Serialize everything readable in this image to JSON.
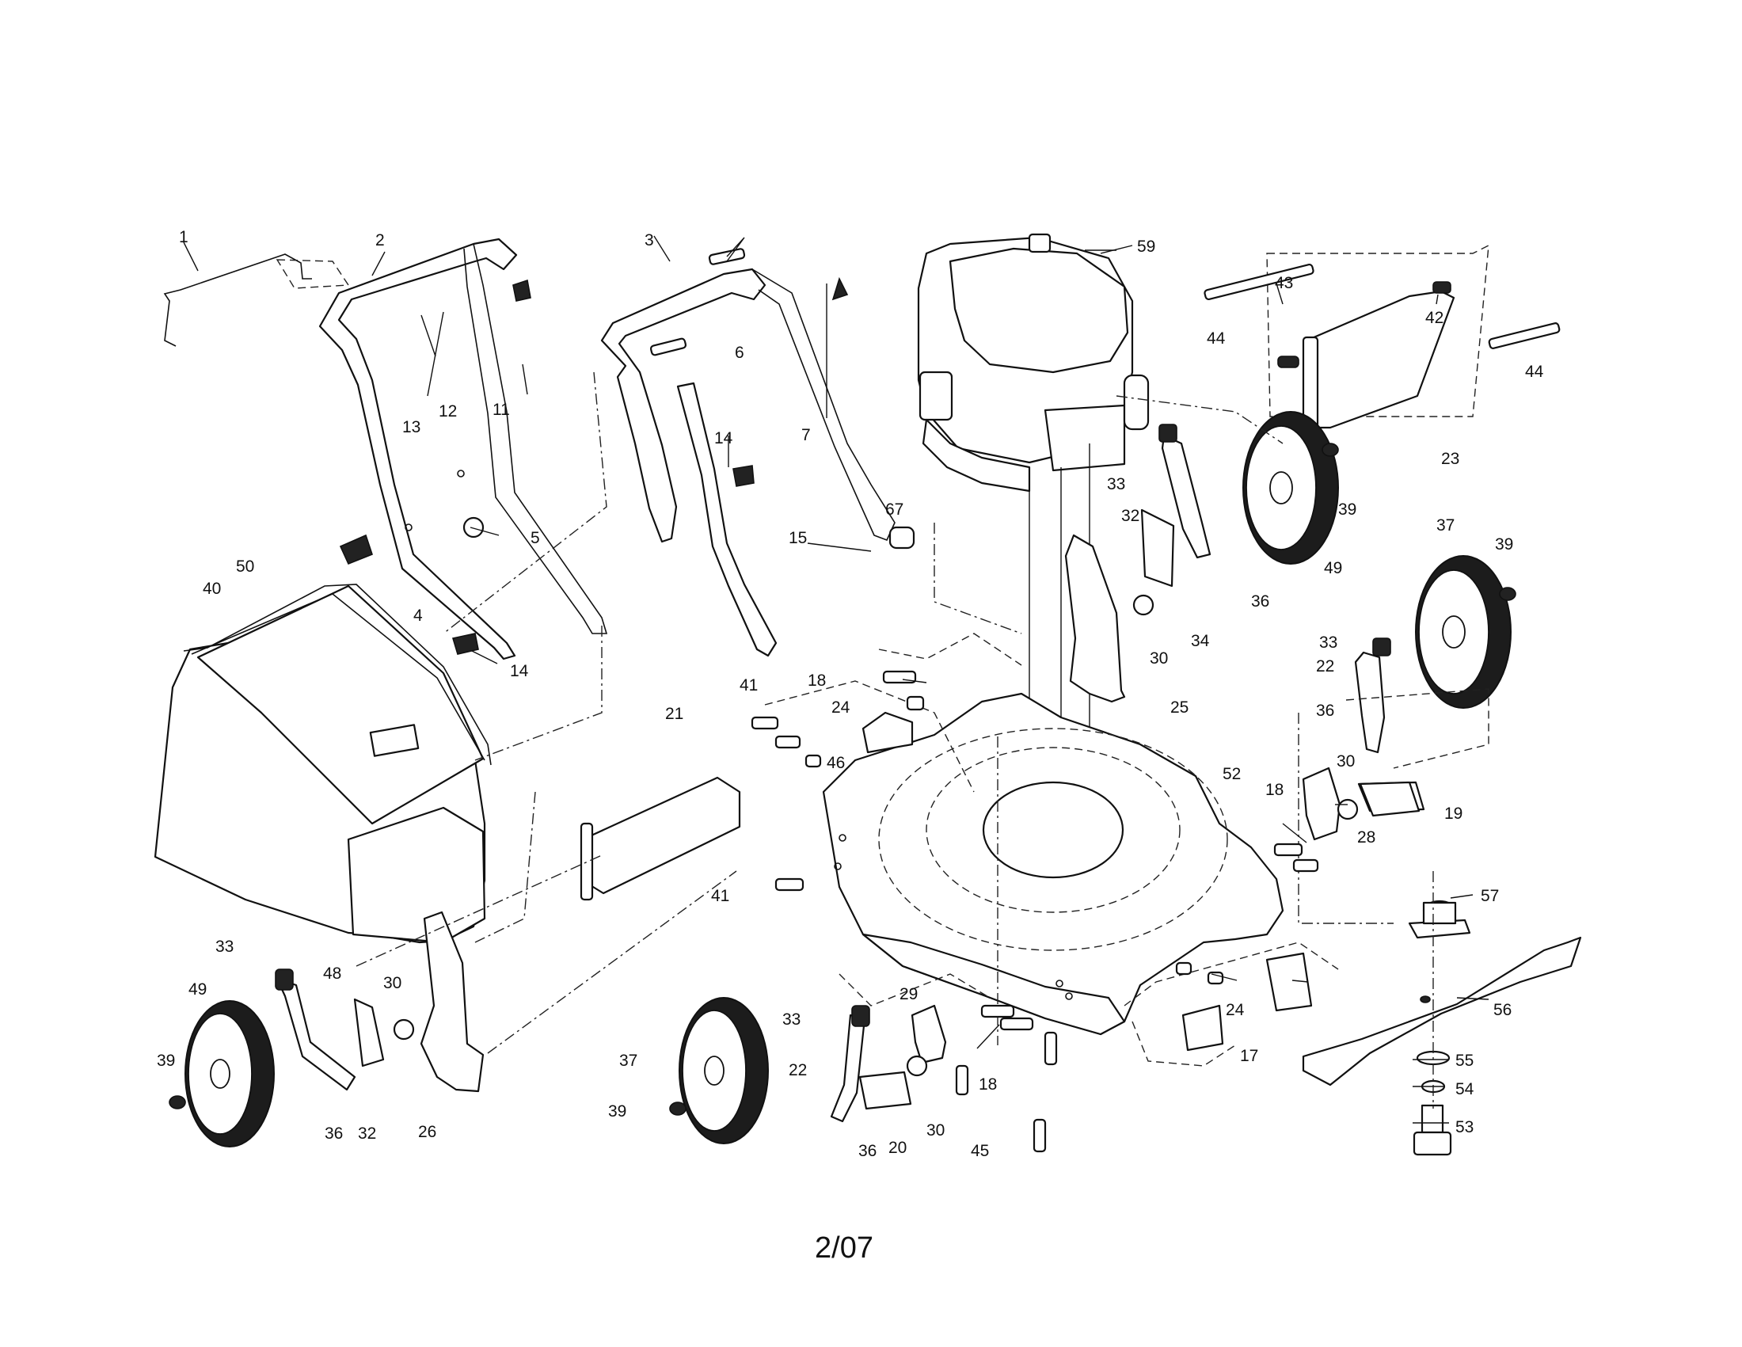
{
  "diagram": {
    "footer": "2/07",
    "callouts": [
      {
        "id": "c1",
        "text": "1"
      },
      {
        "id": "c2",
        "text": "2"
      },
      {
        "id": "c3",
        "text": "3"
      },
      {
        "id": "c4",
        "text": "4"
      },
      {
        "id": "c5",
        "text": "5"
      },
      {
        "id": "c6",
        "text": "6"
      },
      {
        "id": "c7",
        "text": "7"
      },
      {
        "id": "c11",
        "text": "11"
      },
      {
        "id": "c12",
        "text": "12"
      },
      {
        "id": "c13",
        "text": "13"
      },
      {
        "id": "c14a",
        "text": "14"
      },
      {
        "id": "c14b",
        "text": "14"
      },
      {
        "id": "c15",
        "text": "15"
      },
      {
        "id": "c17",
        "text": "17"
      },
      {
        "id": "c18a",
        "text": "18"
      },
      {
        "id": "c18b",
        "text": "18"
      },
      {
        "id": "c18c",
        "text": "18"
      },
      {
        "id": "c19",
        "text": "19"
      },
      {
        "id": "c20",
        "text": "20"
      },
      {
        "id": "c21",
        "text": "21"
      },
      {
        "id": "c22a",
        "text": "22"
      },
      {
        "id": "c22b",
        "text": "22"
      },
      {
        "id": "c23",
        "text": "23"
      },
      {
        "id": "c24a",
        "text": "24"
      },
      {
        "id": "c24b",
        "text": "24"
      },
      {
        "id": "c25",
        "text": "25"
      },
      {
        "id": "c26",
        "text": "26"
      },
      {
        "id": "c28",
        "text": "28"
      },
      {
        "id": "c29",
        "text": "29"
      },
      {
        "id": "c30a",
        "text": "30"
      },
      {
        "id": "c30b",
        "text": "30"
      },
      {
        "id": "c30c",
        "text": "30"
      },
      {
        "id": "c30d",
        "text": "30"
      },
      {
        "id": "c32a",
        "text": "32"
      },
      {
        "id": "c32b",
        "text": "32"
      },
      {
        "id": "c33a",
        "text": "33"
      },
      {
        "id": "c33b",
        "text": "33"
      },
      {
        "id": "c33c",
        "text": "33"
      },
      {
        "id": "c33d",
        "text": "33"
      },
      {
        "id": "c34",
        "text": "34"
      },
      {
        "id": "c36a",
        "text": "36"
      },
      {
        "id": "c36b",
        "text": "36"
      },
      {
        "id": "c36c",
        "text": "36"
      },
      {
        "id": "c36d",
        "text": "36"
      },
      {
        "id": "c37a",
        "text": "37"
      },
      {
        "id": "c37b",
        "text": "37"
      },
      {
        "id": "c39a",
        "text": "39"
      },
      {
        "id": "c39b",
        "text": "39"
      },
      {
        "id": "c39c",
        "text": "39"
      },
      {
        "id": "c39d",
        "text": "39"
      },
      {
        "id": "c40",
        "text": "40"
      },
      {
        "id": "c41a",
        "text": "41"
      },
      {
        "id": "c41b",
        "text": "41"
      },
      {
        "id": "c42",
        "text": "42"
      },
      {
        "id": "c43",
        "text": "43"
      },
      {
        "id": "c44a",
        "text": "44"
      },
      {
        "id": "c44b",
        "text": "44"
      },
      {
        "id": "c45",
        "text": "45"
      },
      {
        "id": "c46",
        "text": "46"
      },
      {
        "id": "c48",
        "text": "48"
      },
      {
        "id": "c49a",
        "text": "49"
      },
      {
        "id": "c49b",
        "text": "49"
      },
      {
        "id": "c50",
        "text": "50"
      },
      {
        "id": "c52",
        "text": "52"
      },
      {
        "id": "c53",
        "text": "53"
      },
      {
        "id": "c54",
        "text": "54"
      },
      {
        "id": "c55",
        "text": "55"
      },
      {
        "id": "c56",
        "text": "56"
      },
      {
        "id": "c57",
        "text": "57"
      },
      {
        "id": "c59",
        "text": "59"
      },
      {
        "id": "c67",
        "text": "67"
      }
    ]
  }
}
